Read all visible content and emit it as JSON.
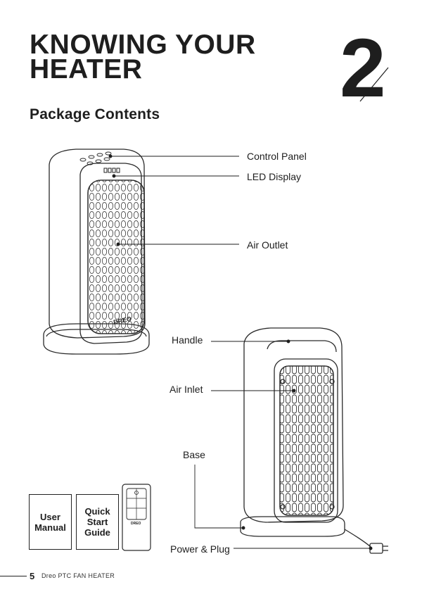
{
  "header": {
    "title_line1": "KNOWING YOUR",
    "title_line2": "HEATER",
    "chapter_number": "2",
    "subtitle": "Package Contents"
  },
  "callouts": {
    "control_panel": "Control Panel",
    "led_display": "LED Display",
    "air_outlet": "Air Outlet",
    "handle": "Handle",
    "air_inlet": "Air Inlet",
    "base": "Base",
    "power_plug": "Power & Plug"
  },
  "contents": {
    "user_manual": "User\nManual",
    "quick_start": "Quick\nStart\nGuide"
  },
  "brand": {
    "logo_text": "DREO"
  },
  "footer": {
    "page_number": "5",
    "product_name": "Dreo PTC FAN HEATER"
  },
  "colors": {
    "ink": "#1e1e1e",
    "outline": "#2a2a2a",
    "background": "#ffffff"
  }
}
